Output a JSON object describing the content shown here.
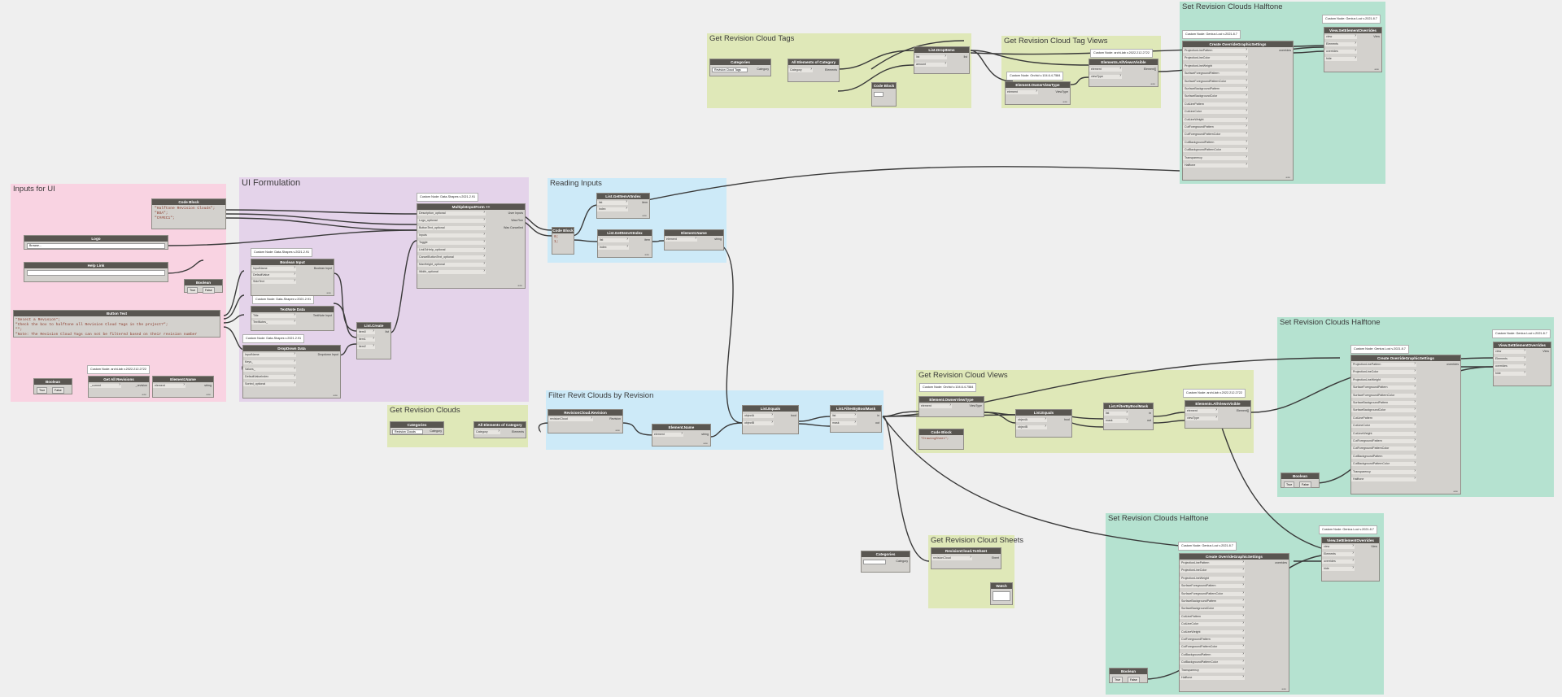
{
  "groups": {
    "inputs_ui": "Inputs for UI",
    "ui_formulation": "UI Formulation",
    "reading_inputs": "Reading Inputs",
    "get_revision_clouds": "Get Revision Clouds",
    "filter_revit_clouds": "Filter Revit Clouds by Revision",
    "get_cloud_tags": "Get Revision Cloud Tags",
    "get_cloud_tag_views": "Get Revision Cloud Tag Views",
    "set_halftone_1": "Set Revision Clouds Halftone",
    "get_cloud_views": "Get Revision Cloud Views",
    "set_halftone_2": "Set Revision Clouds Halftone",
    "set_halftone_3": "Set Revision Clouds Halftone",
    "get_cloud_sheets": "Get Revision Cloud Sheets"
  },
  "notes": {
    "datashapes_2021": "Custom Node: Data-Shapes v.2021.2.91",
    "archilab": "Custom Node: archi-lab v.2022.212.2722",
    "genius_loci": "Custom Node: Genius Loci v.2021.8.7",
    "orchid": "Custom Node: Orchid v.104.6.4.7584"
  },
  "nodes": {
    "code_block": "Code Block",
    "logo": "Logo",
    "browse": "Browse...",
    "help_link": "Help Link",
    "boolean": "Boolean",
    "button_text": "Button Text",
    "get_all_revisions": "Get All Revisions",
    "element_name": "Element.Name",
    "boolean_input": "Boolean Input",
    "textnote_data": "TextNote Data",
    "dropdown_data": "DropDown Data",
    "list_create": "List.Create",
    "multiple_inputs": "MultipleInputForm ++",
    "list_get_item_at_index": "List.GetItemAtIndex",
    "categories": "Categories",
    "all_elements_of_category": "All Elements of Category",
    "revision_cloud_revision": "RevisionCloud.Revision",
    "list_equals": "List.Equals",
    "list_filter_by_bool_mask": "List.FilterByBoolMask",
    "list_drop_items": "List.DropItems",
    "element_owner_view_type": "Element.OwnerViewType",
    "elements_all_views_visible": "Elements.AllViewsVisible",
    "create_override_graphic_settings": "Create OverrideGraphicSettings",
    "view_set_element_overrides": "View.SetElementOverrides",
    "revision_cloud_to_sheet": "RevisionCloud.ToSheet",
    "watch": "Watch",
    "revision_cloud_tags": "Revision Cloud Tags",
    "revision_clouds": "Revision Clouds"
  },
  "code": {
    "ui_strings": "\"Halftone Revision Clouds\";\n\"BOA\";\n\"C##EC1\";",
    "button_text": "\"Select a Revision\";\n\"Check the box to halftone all Revision Cloud Tags in the project?\";\n\"\";\n\"Note: The Revision Cloud Tags can not be filtered based on their revision number",
    "indices": "0;\n1;",
    "drawing_sheet": "\"DrawingSheet\";"
  },
  "ports": {
    "description": "Description_optional",
    "logo": "Logo_optional",
    "button_text": "ButtonText_optional",
    "inputs": "Inputs",
    "toggle": "Toggle",
    "link_to_help": "LinkToHelp_optional",
    "cancel_button_text": "CancelButtonText_optional",
    "max_height": "MaxHeight_optional",
    "width": "Width_optional",
    "user_inputs": "User Inputs",
    "was_run": "Was Run",
    "was_cancelled": "Was Cancelled",
    "input_name": "InputName",
    "default_value": "DefaultValue",
    "side_text": "SideText",
    "boolean_input": "Boolean Input",
    "title": "Title",
    "text_notes": "TextNotes_",
    "textnote_input": "TextNote Input",
    "keys": "Keys_",
    "values": "Values_",
    "default_value_index": "DefaultValueIndex",
    "sorted": "Sorted_optional",
    "dropdown_input": "Dropdown Input",
    "item0": "item0",
    "item1": "item1",
    "item2": "item2",
    "list": "list",
    "list_out": "list",
    "index": "index",
    "item": "item",
    "element": "element",
    "string": "string",
    "category": "Category",
    "elements": "Elements",
    "revision_cloud": "revisionCloud",
    "revision": "Revision",
    "object_a": "objectA",
    "object_b": "objectB",
    "bool": "bool",
    "mask": "mask",
    "in": "in",
    "out": "out",
    "amount": "amount",
    "view_type": "ViewType",
    "view": "view",
    "overrides": "overrides",
    "hide": "hide",
    "views": "View",
    "sheet": "Sheet",
    "pat": "Projection LinePattern",
    "current": "_current",
    "revision_out": "_revision",
    "elements_arr": "Element[]",
    "element_type": "viewType",
    "element_port": "element",
    "true": "True",
    "false": "False"
  },
  "ogs_ports": [
    "ProjectionLinePattern",
    "ProjectionLineColor",
    "ProjectionLineWeight",
    "SurfaceForegroundPattern",
    "SurfaceForegroundPatternColor",
    "SurfaceBackgroundPattern",
    "SurfaceBackgroundColor",
    "CutLinePattern",
    "CutLineColor",
    "CutLineWeight",
    "CutForegroundPattern",
    "CutForegroundPatternColor",
    "CutBackgroundPattern",
    "CutBackgroundPatternColor",
    "Transparency",
    "Halftone"
  ],
  "lacing": "auto",
  "colors": {
    "node_header": "#595651",
    "node_body": "#d3d1cd",
    "wire": "#3a3a3a"
  }
}
